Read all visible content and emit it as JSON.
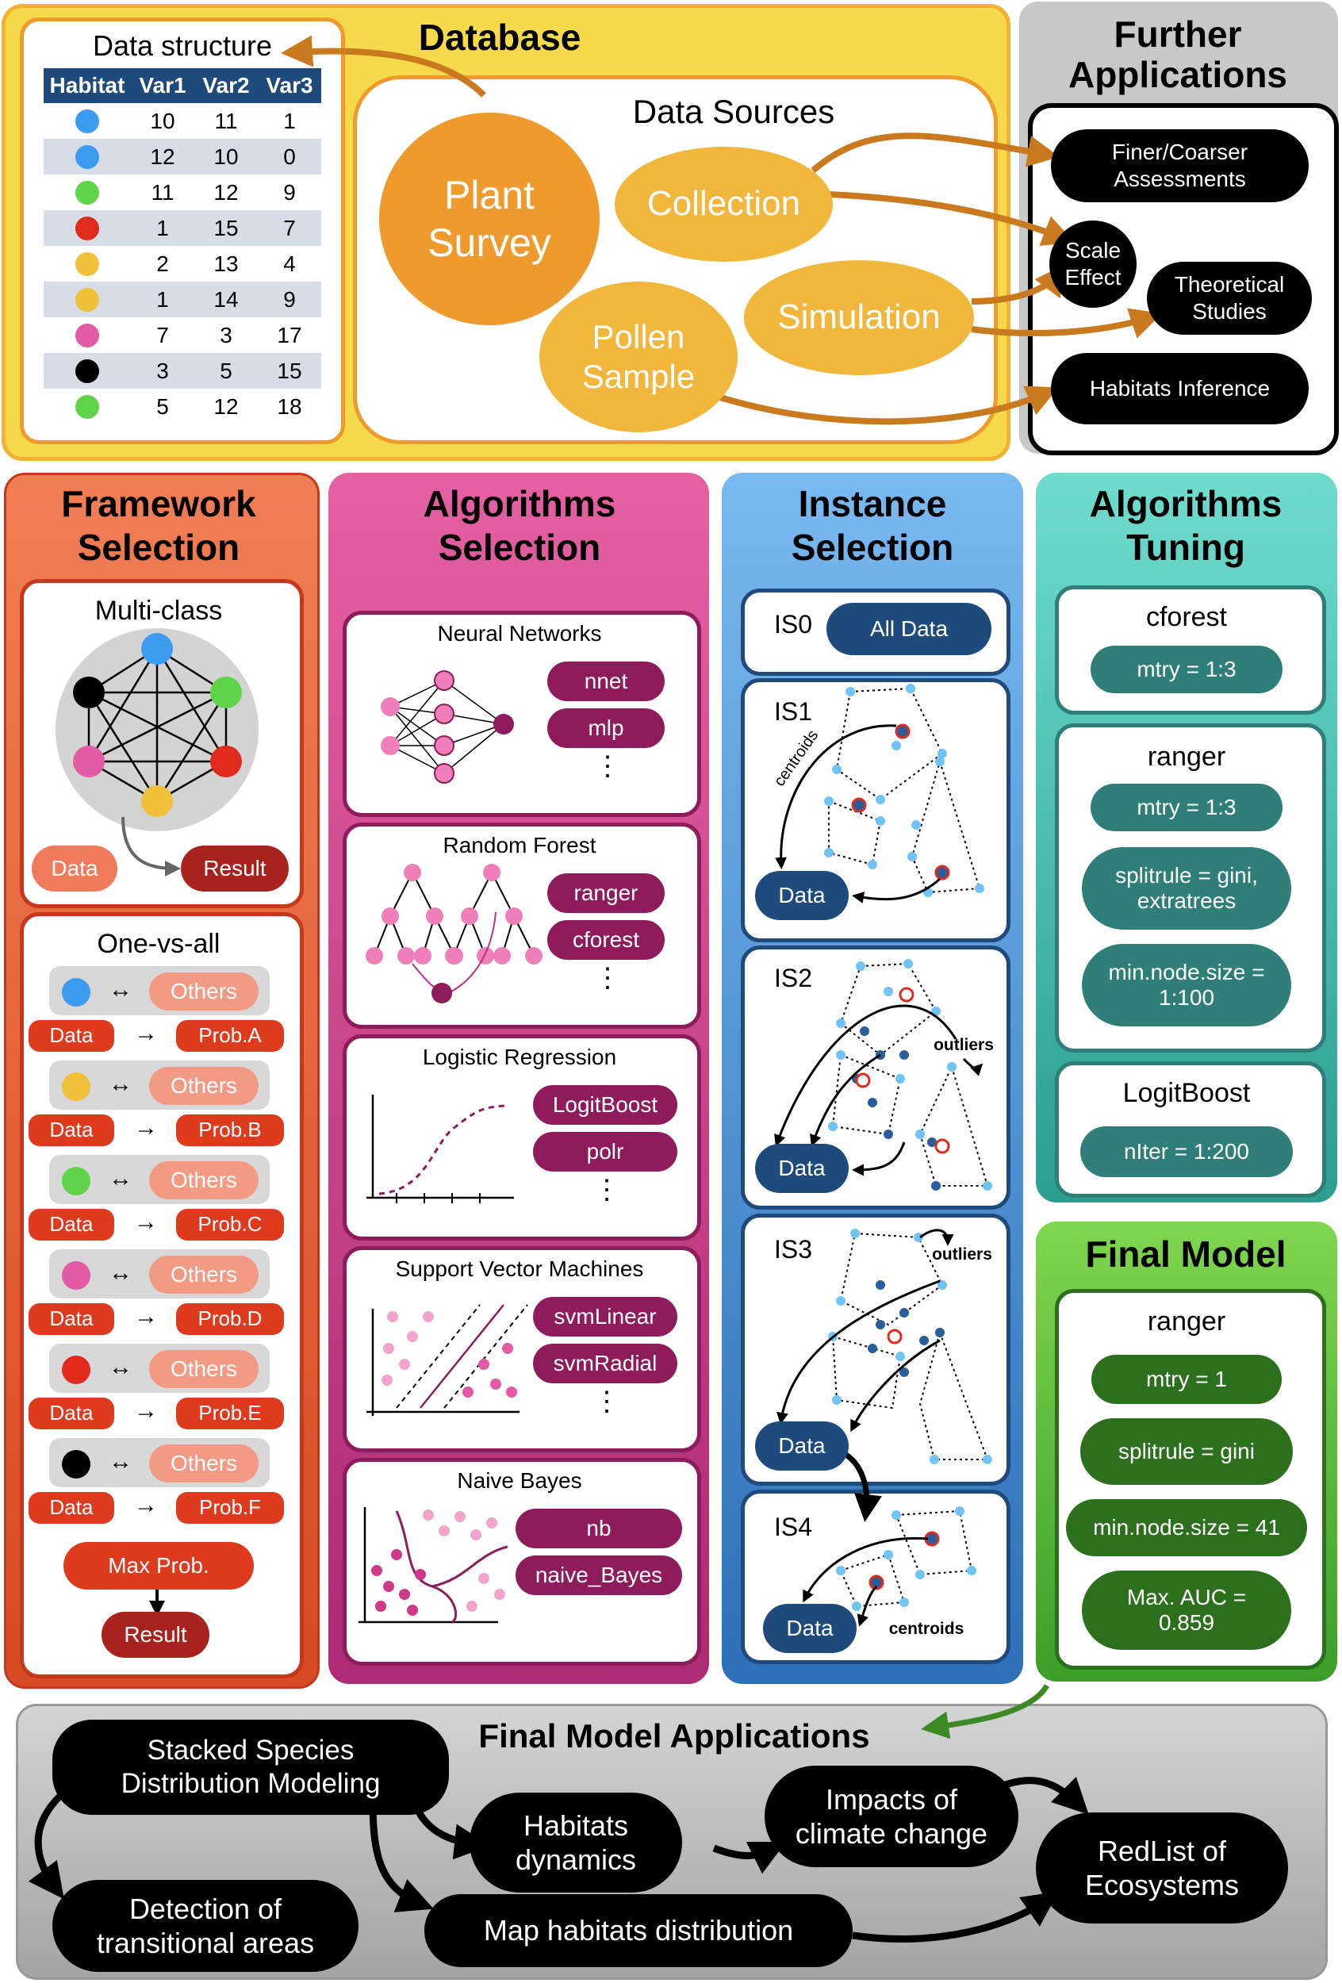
{
  "database": {
    "title": "Database",
    "sources_title": "Data Sources",
    "plant_survey": "Plant Survey",
    "collection": "Collection",
    "simulation": "Simulation",
    "pollen_sample": "Pollen Sample"
  },
  "data_structure": {
    "title": "Data structure",
    "headers": [
      "Habitat",
      "Var1",
      "Var2",
      "Var3"
    ],
    "rows": [
      {
        "color": "#3b9cf0",
        "v": [
          "10",
          "11",
          "1"
        ]
      },
      {
        "color": "#3b9cf0",
        "v": [
          "12",
          "10",
          "0"
        ]
      },
      {
        "color": "#5fd34a",
        "v": [
          "11",
          "12",
          "9"
        ]
      },
      {
        "color": "#e02b1c",
        "v": [
          "1",
          "15",
          "7"
        ]
      },
      {
        "color": "#f0c038",
        "v": [
          "2",
          "13",
          "4"
        ]
      },
      {
        "color": "#f0c038",
        "v": [
          "1",
          "14",
          "9"
        ]
      },
      {
        "color": "#e35aa5",
        "v": [
          "7",
          "3",
          "17"
        ]
      },
      {
        "color": "#000000",
        "v": [
          "3",
          "5",
          "15"
        ]
      },
      {
        "color": "#5fd34a",
        "v": [
          "5",
          "12",
          "18"
        ]
      }
    ]
  },
  "further": {
    "title": "Further Applications",
    "finer": "Finer/Coarser Assessments",
    "scale": "Scale Effect",
    "theoretical": "Theoretical Studies",
    "habitats_inference": "Habitats Inference"
  },
  "framework": {
    "title": "Framework Selection",
    "multiclass": "Multi-class",
    "data": "Data",
    "result": "Result",
    "ova": "One-vs-all",
    "others": "Others",
    "probs": [
      "Prob.A",
      "Prob.B",
      "Prob.C",
      "Prob.D",
      "Prob.E",
      "Prob.F"
    ],
    "ova_colors": [
      "#3b9cf0",
      "#f0c038",
      "#5fd34a",
      "#e35aa5",
      "#e02b1c",
      "#000000"
    ],
    "max_prob": "Max Prob."
  },
  "algorithms": {
    "title": "Algorithms Selection",
    "groups": [
      {
        "name": "Neural Networks",
        "items": [
          "nnet",
          "mlp"
        ]
      },
      {
        "name": "Random Forest",
        "items": [
          "ranger",
          "cforest"
        ]
      },
      {
        "name": "Logistic Regression",
        "items": [
          "LogitBoost",
          "polr"
        ]
      },
      {
        "name": "Support Vector Machines",
        "items": [
          "svmLinear",
          "svmRadial"
        ]
      },
      {
        "name": "Naive Bayes",
        "items": [
          "nb",
          "naive_Bayes"
        ]
      }
    ],
    "more": "⋮"
  },
  "instance": {
    "title": "Instance Selection",
    "is0": "IS0",
    "all_data": "All Data",
    "is1": "IS1",
    "is2": "IS2",
    "is3": "IS3",
    "is4": "IS4",
    "data": "Data",
    "centroids": "centroids",
    "outliers": "outliers"
  },
  "tuning": {
    "title": "Algorithms Tuning",
    "cforest": "cforest",
    "cforest_mtry": "mtry = 1:3",
    "ranger": "ranger",
    "ranger_mtry": "mtry = 1:3",
    "ranger_split": "splitrule = gini,\nextratrees",
    "ranger_node": "min.node.size =\n1:100",
    "logitboost": "LogitBoost",
    "logit_niter": "nIter = 1:200"
  },
  "final_model": {
    "title": "Final Model",
    "name": "ranger",
    "mtry": "mtry = 1",
    "split": "splitrule = gini",
    "node": "min.node.size = 41",
    "auc": "Max. AUC =\n0.859"
  },
  "applications": {
    "title": "Final Model Applications",
    "ssdm": "Stacked Species\nDistribution Modeling",
    "dynamics": "Habitats\ndynamics",
    "climate": "Impacts of\nclimate change",
    "redlist": "RedList of\nEcosystems",
    "transitional": "Detection of\ntransitional areas",
    "map": "Map habitats distribution"
  },
  "colors": {
    "database": "#f7d94c",
    "database_accent": "#ef9a2c",
    "further": "#c8c8c8",
    "framework": "#e2623a",
    "framework_dark": "#b93218",
    "algorithms": "#d6468f",
    "instance": "#4a92dc",
    "tuning": "#3fc0b0",
    "final_model": "#5fbf3c",
    "applications": "#b8b8b8",
    "nn_node": "#ee7fb9",
    "light_blue": "#6fc3f5",
    "dark_blue": "#2a5d9c"
  }
}
